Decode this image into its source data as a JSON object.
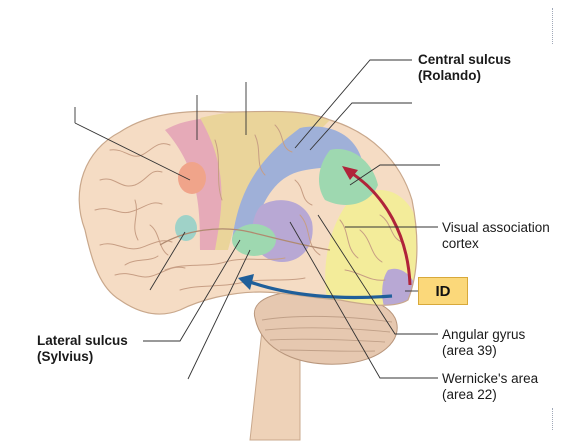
{
  "labels": {
    "central_sulcus_1": "Central sulcus",
    "central_sulcus_2": "(Rolando)",
    "visual_assoc_1": "Visual association",
    "visual_assoc_2": "cortex",
    "id_box": "ID",
    "angular_1": "Angular gyrus",
    "angular_2": "(area 39)",
    "wernicke_1": "Wernicke's area",
    "wernicke_2": "(area 22)",
    "lateral_1": "Lateral sulcus",
    "lateral_2": "(Sylvius)"
  },
  "colors": {
    "brain": "#f5dcc4",
    "brain_outline": "#c9a88c",
    "premotor_pink": "#e6aab8",
    "motor_yellow": "#ead49a",
    "somato_blue": "#9fb0d8",
    "visual_yellow": "#f3ec9a",
    "green": "#9ed8b0",
    "lavender": "#b8a8d4",
    "orange": "#f0a48a",
    "teal": "#9fd2c8",
    "red_arrow": "#b0243a",
    "blue_arrow": "#1f5f9a",
    "cerebellum": "#e6c8b0",
    "id_fill": "#fbd87a"
  }
}
